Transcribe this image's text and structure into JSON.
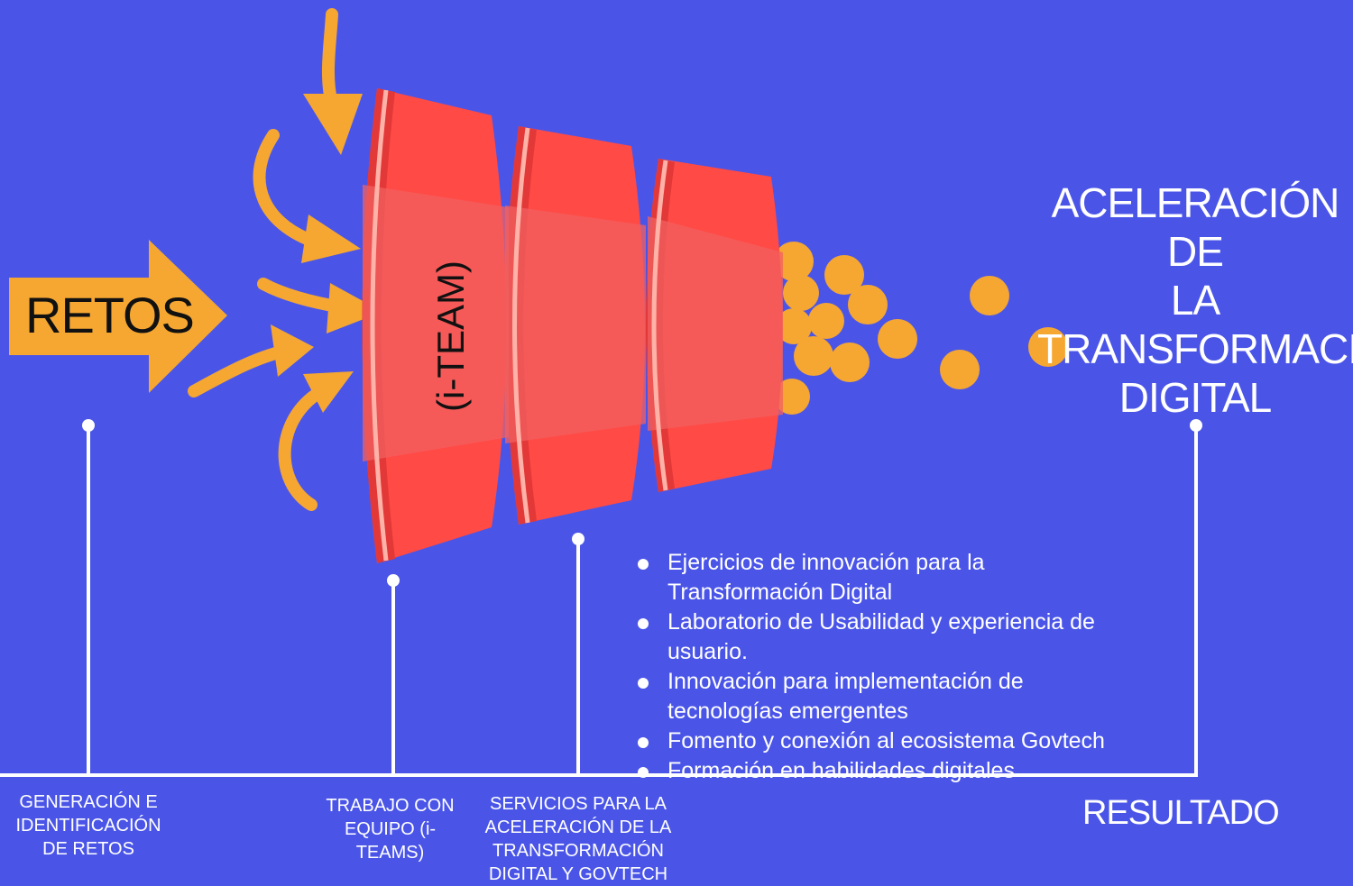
{
  "colors": {
    "background": "#4a55e8",
    "arrow": "#f5a732",
    "funnel_red": "#ff4a45",
    "funnel_dark": "#e33838",
    "funnel_band": "#f26060",
    "funnel_rim": "#ffb3a8",
    "ball": "#f5a732",
    "line": "#ffffff"
  },
  "icons": {
    "big_arrow": "arrow-right-icon",
    "curved_arrows": "curved-arrow-icon",
    "funnel": "funnel-icon",
    "balls": "circle-icon"
  },
  "left_input": {
    "label": "RETOS"
  },
  "funnel": {
    "label": "(i-TEAM)"
  },
  "result": {
    "title_lines": [
      "ACELERACIÓN DE",
      "LA",
      "TRANSFORMACIÓN",
      "DIGITAL"
    ]
  },
  "services": [
    "Ejercicios de innovación  para la Transformación Digital",
    "Laboratorio de Usabilidad y experiencia de usuario.",
    "Innovación para implementación de  tecnologías emergentes",
    "Fomento y conexión al ecosistema Govtech",
    "Formación en habilidades digitales"
  ],
  "timeline": {
    "stage_1": "GENERACIÓN E IDENTIFICACIÓN DE RETOS",
    "stage_2": "TRABAJO CON EQUIPO (i-TEAMS)",
    "stage_3": "SERVICIOS PARA LA ACELERACIÓN DE LA TRANSFORMACIÓN DIGITAL Y GOVTECH",
    "stage_4": "RESULTADO"
  }
}
